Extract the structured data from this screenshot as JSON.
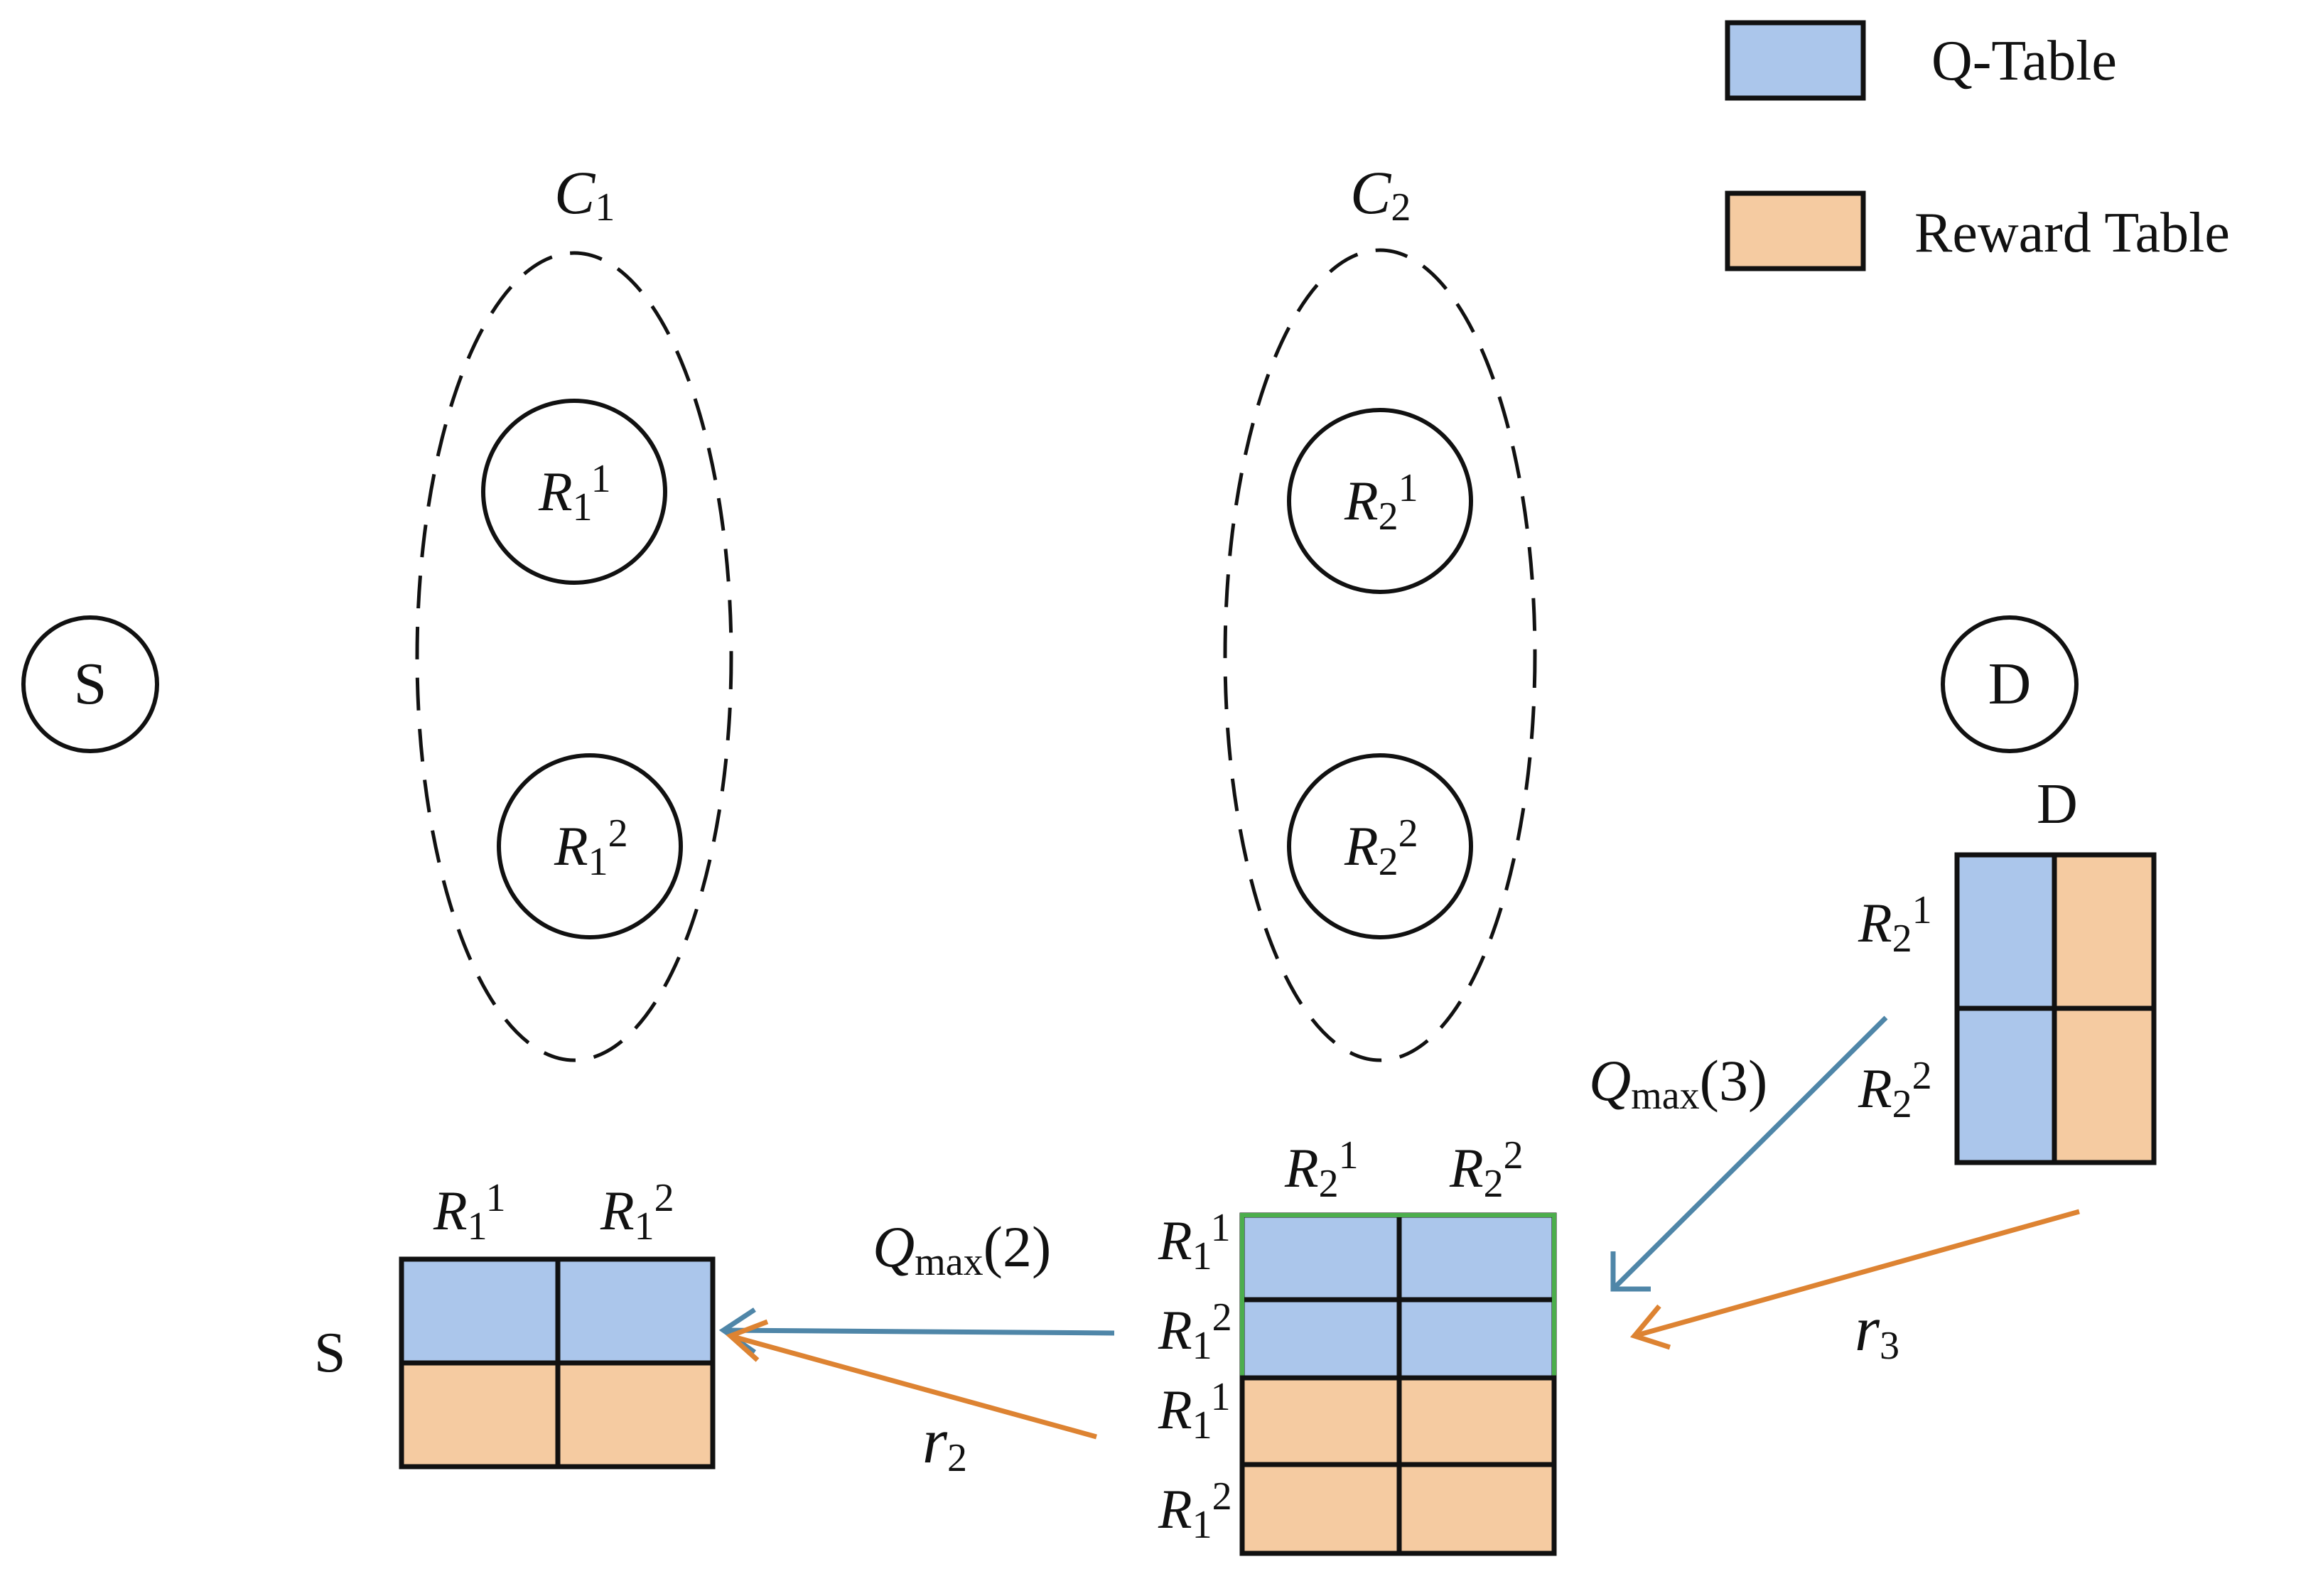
{
  "colors": {
    "q_table": "#abc6eb",
    "reward_table": "#f5cba1",
    "q_arrow": "#4f86a8",
    "reward_arrow": "#dd8332",
    "highlight_border": "#4cae4c",
    "ink": "#111111"
  },
  "legend": {
    "q_table_label": "Q-Table",
    "reward_table_label": "Reward Table"
  },
  "nodes": {
    "source": "S",
    "destination": "D"
  },
  "clusters": [
    {
      "label": "C",
      "label_sub": "1",
      "routers": [
        {
          "base": "R",
          "sub": "1",
          "sup": "1"
        },
        {
          "base": "R",
          "sub": "1",
          "sup": "2"
        }
      ]
    },
    {
      "label": "C",
      "label_sub": "2",
      "routers": [
        {
          "base": "R",
          "sub": "2",
          "sup": "1"
        },
        {
          "base": "R",
          "sub": "2",
          "sup": "2"
        }
      ]
    }
  ],
  "tables": {
    "source_table": {
      "row_label": "S",
      "columns": [
        {
          "base": "R",
          "sub": "1",
          "sup": "1"
        },
        {
          "base": "R",
          "sub": "1",
          "sup": "2"
        }
      ]
    },
    "middle_table": {
      "columns": [
        {
          "base": "R",
          "sub": "2",
          "sup": "1"
        },
        {
          "base": "R",
          "sub": "2",
          "sup": "2"
        }
      ],
      "rows": [
        {
          "base": "R",
          "sub": "1",
          "sup": "1"
        },
        {
          "base": "R",
          "sub": "1",
          "sup": "2"
        },
        {
          "base": "R",
          "sub": "1",
          "sup": "1"
        },
        {
          "base": "R",
          "sub": "1",
          "sup": "2"
        }
      ]
    },
    "destination_table": {
      "column_label": "D",
      "rows": [
        {
          "base": "R",
          "sub": "2",
          "sup": "1"
        },
        {
          "base": "R",
          "sub": "2",
          "sup": "2"
        }
      ]
    }
  },
  "arrows": {
    "q_max_2": {
      "base": "Q",
      "sub": "max",
      "arg": "(2)"
    },
    "q_max_3": {
      "base": "Q",
      "sub": "max",
      "arg": "(3)"
    },
    "r_2": {
      "base": "r",
      "sub": "2"
    },
    "r_3": {
      "base": "r",
      "sub": "3"
    }
  }
}
